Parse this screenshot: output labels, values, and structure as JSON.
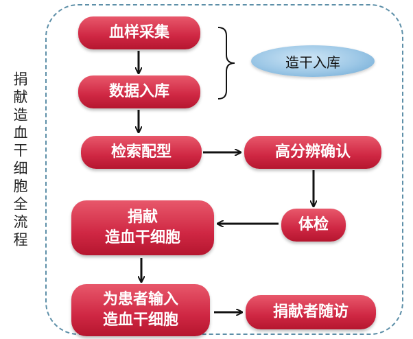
{
  "side_title": "捐献造血干细胞全流程",
  "nodes": {
    "blood_sample": "血样采集",
    "data_entry": "数据入库",
    "hla_typing": "检索配型",
    "high_res": "高分辨确认",
    "physical": "体检",
    "donate": "捐献\n造血干细胞",
    "transplant": "为患者输入\n造血干细胞",
    "follow_up": "捐献者随访"
  },
  "note": "造干入库",
  "colors": {
    "node": "#cf2743",
    "note": "#9cc7e6",
    "frame": "#5d8fa8",
    "arrow": "#111111"
  }
}
